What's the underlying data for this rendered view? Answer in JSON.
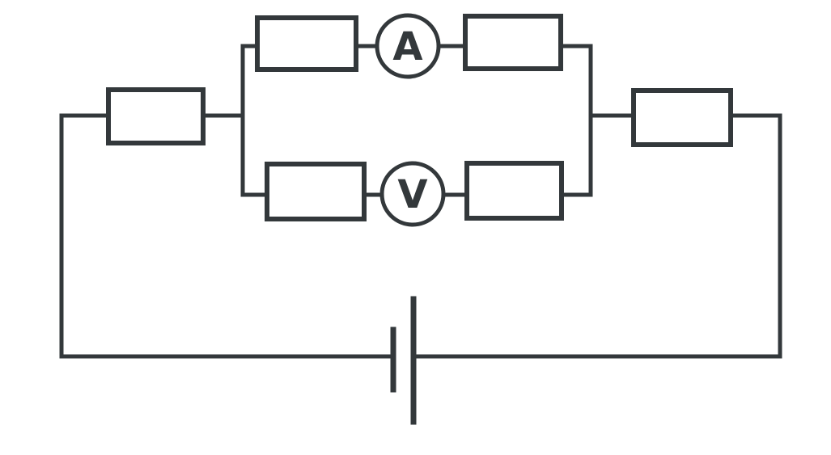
{
  "page": {
    "background": "#ffffff"
  },
  "diagram": {
    "kind": "electrical-circuit-schematic",
    "line_color": "#33383b",
    "meters": {
      "ammeter": {
        "label": "A",
        "shape": "circle"
      },
      "voltmeter": {
        "label": "V",
        "shape": "circle"
      }
    },
    "components": [
      {
        "name": "left-series-resistor",
        "shape": "rectangle"
      },
      {
        "name": "top-branch-resistor-1",
        "shape": "rectangle"
      },
      {
        "name": "ammeter",
        "label": "A"
      },
      {
        "name": "top-branch-resistor-2",
        "shape": "rectangle"
      },
      {
        "name": "bottom-branch-resistor-1",
        "shape": "rectangle"
      },
      {
        "name": "voltmeter",
        "label": "V"
      },
      {
        "name": "bottom-branch-resistor-2",
        "shape": "rectangle"
      },
      {
        "name": "right-series-resistor",
        "shape": "rectangle"
      },
      {
        "name": "battery-cell",
        "shape": "two-plate-cell"
      }
    ],
    "topology": "battery feeds loop; series resistor left and right; two parallel branches between junctions; ammeter between two resistors on top branch; voltmeter between two resistors on bottom branch"
  }
}
